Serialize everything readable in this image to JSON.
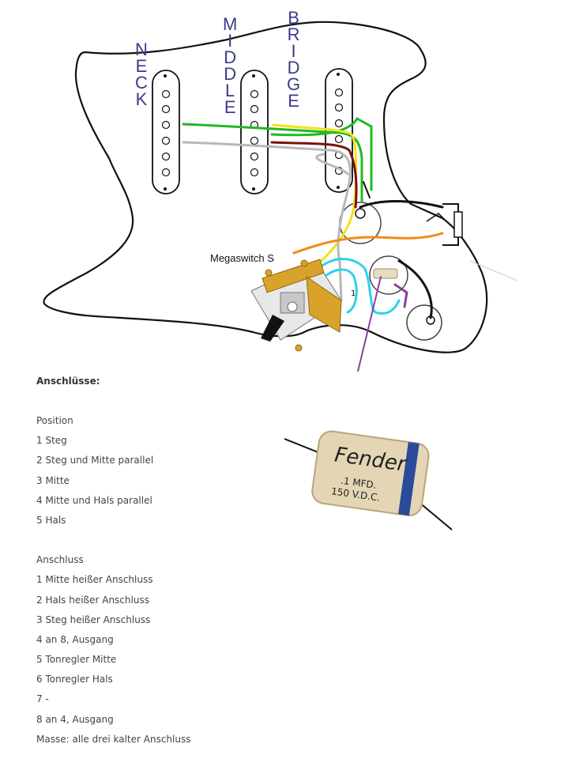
{
  "pickups": {
    "neck": "NECK",
    "middle": "MIDDLE",
    "bridge": "BRIDGE"
  },
  "switch": {
    "label": "Megaswitch  S",
    "terminal_number": "1"
  },
  "capacitor": {
    "brand": "Fender",
    "value": ".1 MFD.",
    "voltage": "150 V.D.C."
  },
  "notes": {
    "title": "Anschlüsse:",
    "position_heading": "Position",
    "positions": [
      "1 Steg",
      "2 Steg und Mitte parallel",
      "3 Mitte",
      "4 Mitte und Hals parallel",
      "5 Hals"
    ],
    "connection_heading": "Anschluss",
    "connections": [
      "1 Mitte heißer Anschluss",
      "2 Hals heißer Anschluss",
      "3 Steg heißer Anschluss",
      "4 an 8, Ausgang",
      "5 Tonregler Mitte",
      "6 Tonregler Hals",
      "7 -",
      "8 an 4, Ausgang",
      "Masse: alle drei kalter Anschluss"
    ]
  },
  "colors": {
    "pickup_label": "#3b3b8a",
    "wire_green": "#22b822",
    "wire_yellow": "#f2e21a",
    "wire_red": "#7a1010",
    "wire_gray": "#b8b8b8",
    "wire_orange": "#f08a1c",
    "wire_cyan": "#2bd3e8",
    "wire_purple": "#8a3f9a",
    "wire_black": "#111111",
    "switch_gold": "#d9a22a"
  }
}
